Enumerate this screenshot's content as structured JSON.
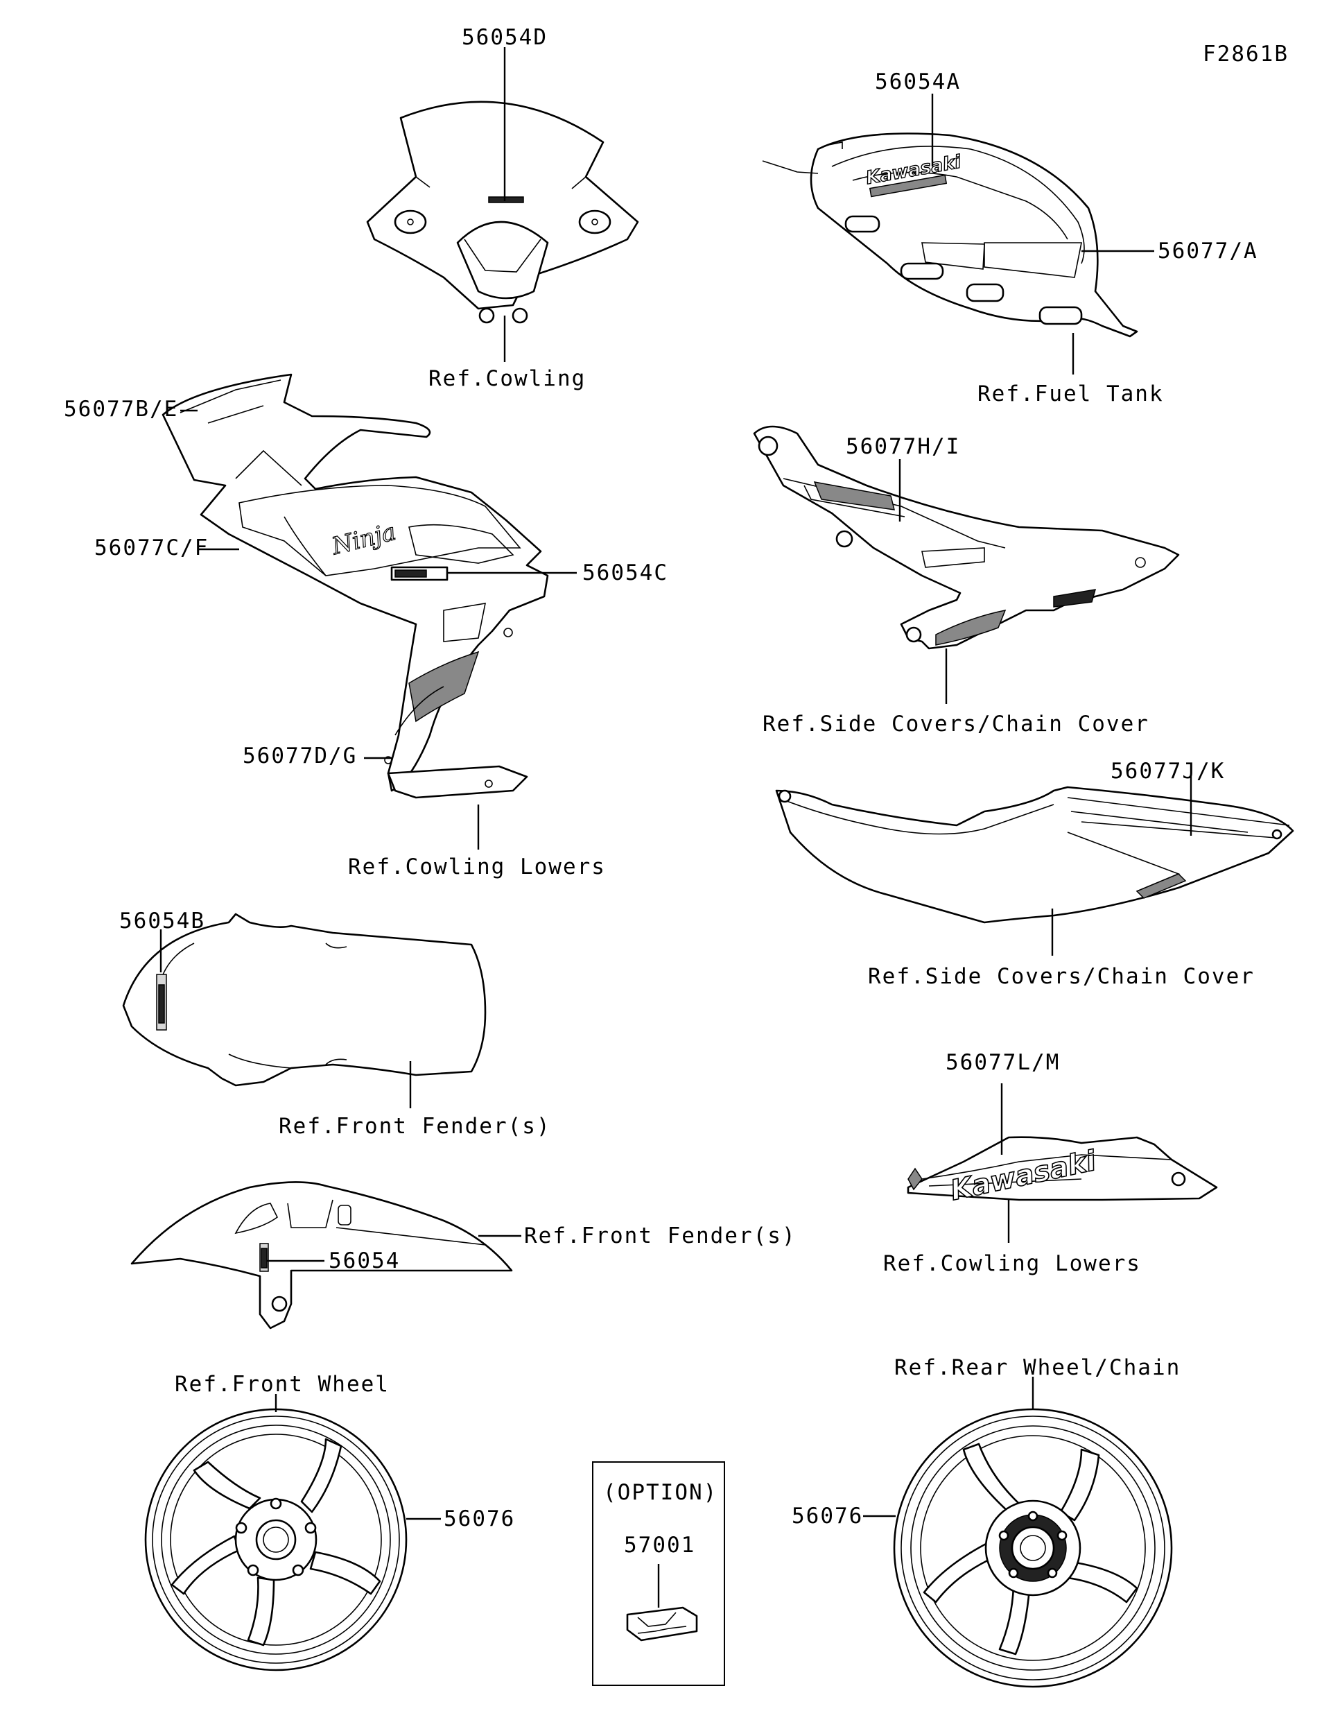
{
  "figure_code": "F2861B",
  "callouts": {
    "windscreen_part": "56054D",
    "windscreen_ref": "Ref.Cowling",
    "tank_part_a": "56054A",
    "tank_part_b": "56077/A",
    "tank_ref": "Ref.Fuel Tank",
    "cowl_part_top": "56077B/E",
    "cowl_part_mid": "56077C/F",
    "cowl_part_ninja": "56054C",
    "cowl_part_low": "56077D/G",
    "cowl_ref": "Ref.Cowling Lowers",
    "side_cover_part": "56077H/I",
    "side_cover_ref": "Ref.Side Covers/Chain Cover",
    "tail_part": "56077J/K",
    "tail_ref": "Ref.Side Covers/Chain Cover",
    "fender_top_part": "56054B",
    "fender_top_ref": "Ref.Front Fender(s)",
    "fender_side_part": "56054",
    "fender_side_ref": "Ref.Front Fender(s)",
    "lower_part": "56077L/M",
    "lower_ref": "Ref.Cowling Lowers",
    "front_wheel_ref": "Ref.Front Wheel",
    "front_wheel_part": "56076",
    "option_title": "(OPTION)",
    "option_part": "57001",
    "rear_wheel_ref": "Ref.Rear Wheel/Chain",
    "rear_wheel_part": "56076"
  },
  "decal_text": {
    "brand": "Kawasaki",
    "model": "Ninja"
  }
}
